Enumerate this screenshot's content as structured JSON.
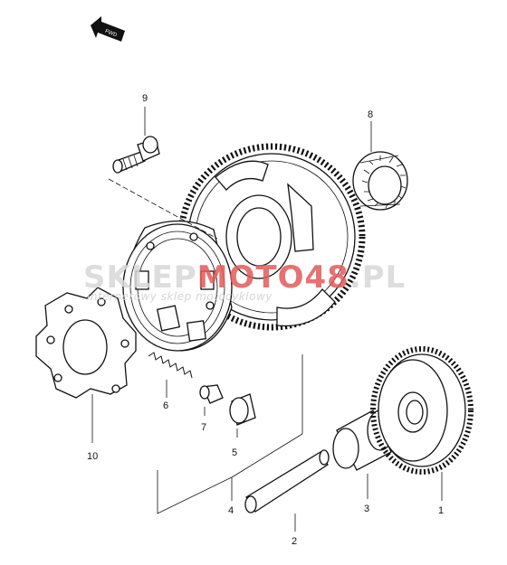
{
  "fwd_badge": "FWD",
  "watermark": {
    "brand_grey_1": "SKLEP",
    "brand_red": "MOTO",
    "brand_badge": "48",
    "brand_grey_2": ".PL",
    "tagline": "internetowy sklep motocyklowy",
    "colors": {
      "grey": "#d8d8d8",
      "red": "#e35a5a"
    }
  },
  "callouts": {
    "p1": "1",
    "p2": "2",
    "p3": "3",
    "p4": "4",
    "p5": "5",
    "p6": "6",
    "p7": "7",
    "p8": "8",
    "p9": "9",
    "p10": "10"
  }
}
